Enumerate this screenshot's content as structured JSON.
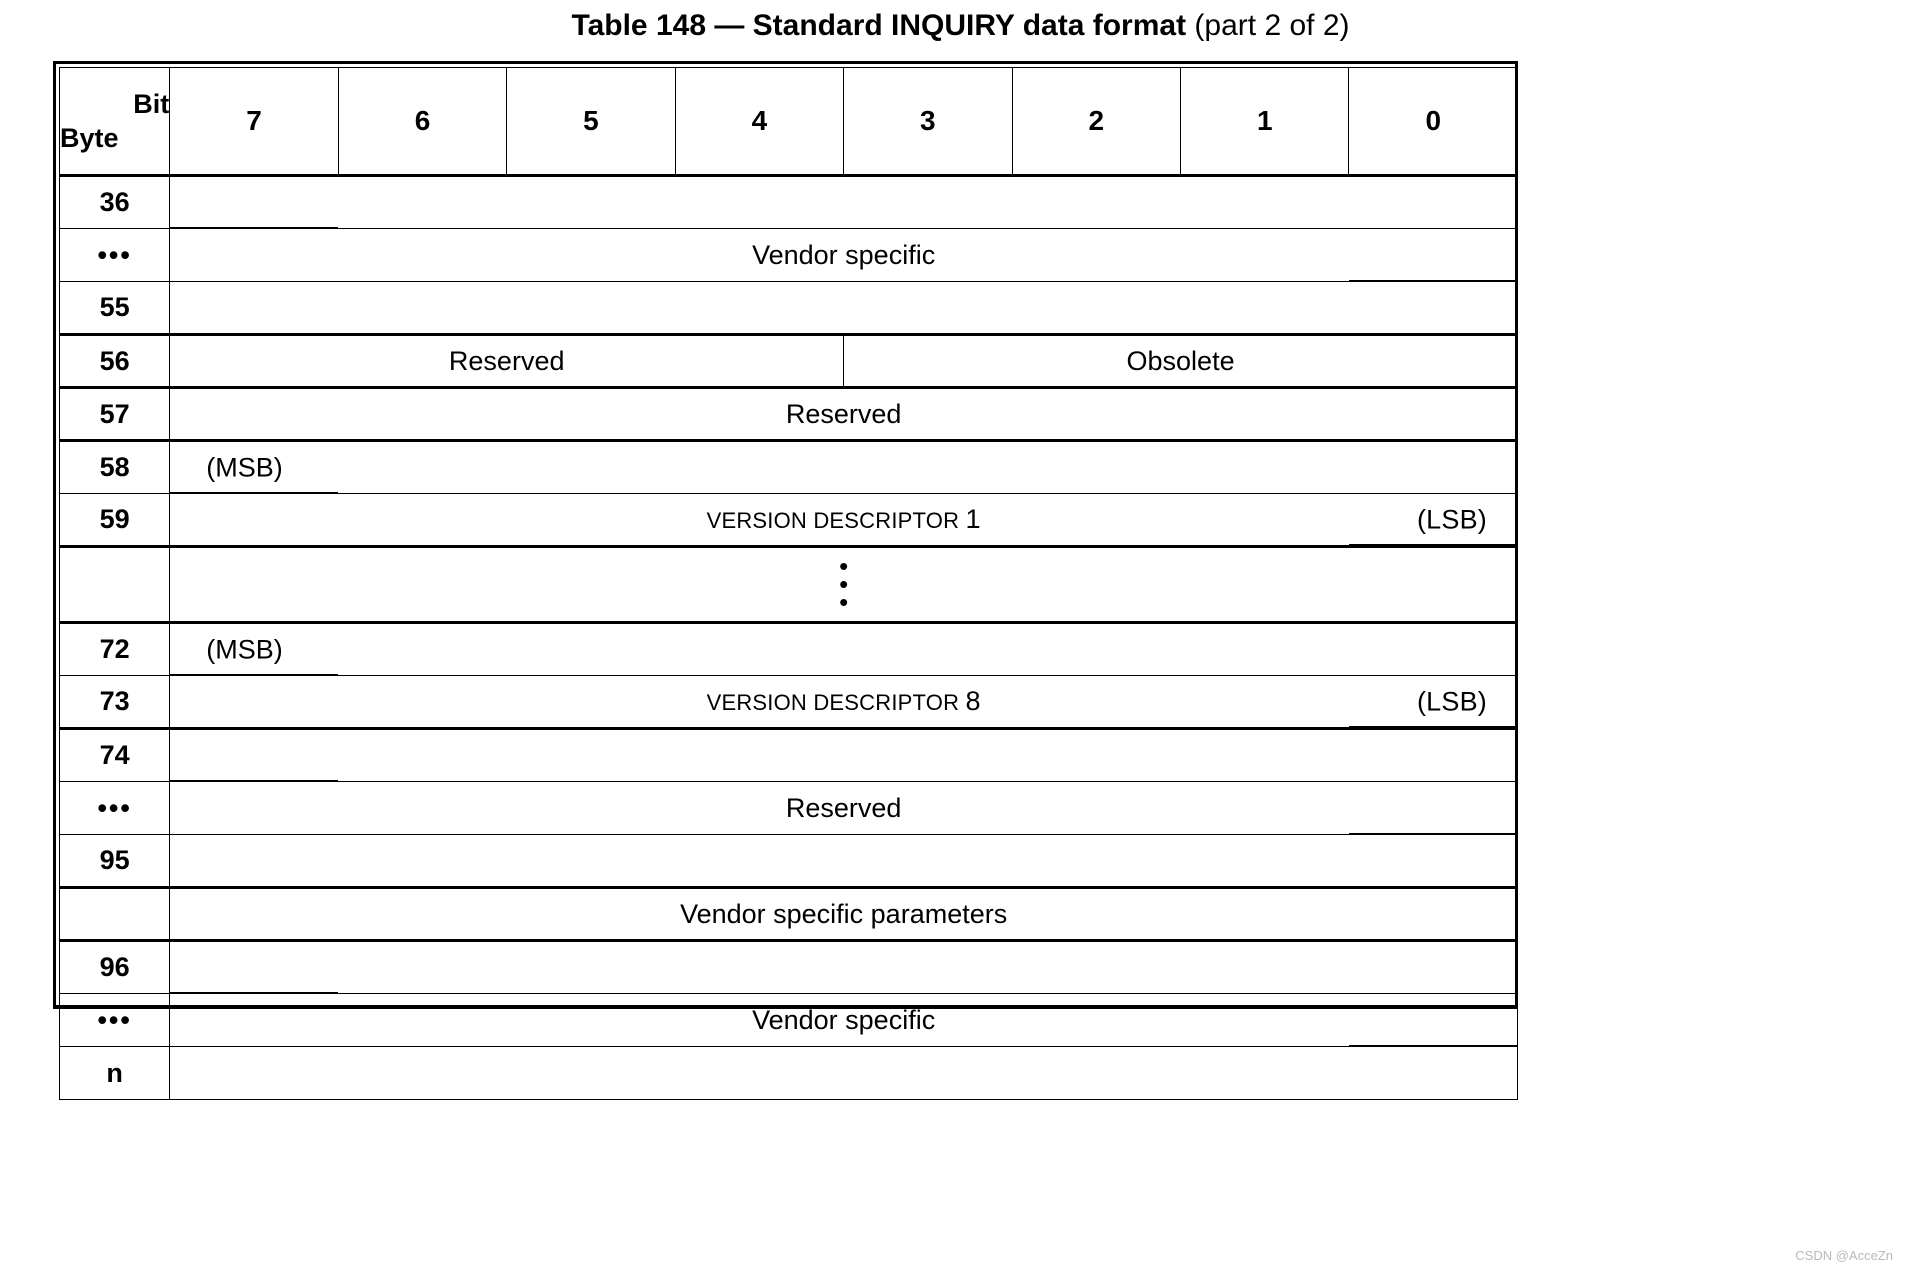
{
  "title": {
    "bold": "Table 148 — Standard INQUIRY data format",
    "regular": "(part 2 of 2)"
  },
  "header": {
    "corner_top": "Bit",
    "corner_bottom": "Byte",
    "bits": [
      "7",
      "6",
      "5",
      "4",
      "3",
      "2",
      "1",
      "0"
    ]
  },
  "rows": {
    "vendor_specific_1": {
      "byte_start": "36",
      "byte_ellipsis": "•••",
      "byte_end": "55",
      "label": "Vendor specific"
    },
    "byte56": {
      "byte": "56",
      "left_label": "Reserved",
      "right_label": "Obsolete"
    },
    "byte57": {
      "byte": "57",
      "label": "Reserved"
    },
    "vd1": {
      "byte_start": "58",
      "byte_end": "59",
      "msb": "(MSB)",
      "lsb": "(LSB)",
      "label_text": "VERSION DESCRIPTOR ",
      "label_num": "1"
    },
    "vertical_ellipsis": "⋮",
    "vd8": {
      "byte_start": "72",
      "byte_end": "73",
      "msb": "(MSB)",
      "lsb": "(LSB)",
      "label_text": "VERSION DESCRIPTOR ",
      "label_num": "8"
    },
    "reserved_block": {
      "byte_start": "74",
      "byte_ellipsis": "•••",
      "byte_end": "95",
      "label": "Reserved"
    },
    "vendor_params": {
      "byte": "",
      "label": "Vendor specific parameters"
    },
    "vendor_specific_2": {
      "byte_start": "96",
      "byte_ellipsis": "•••",
      "byte_end": "n",
      "label": "Vendor specific"
    }
  },
  "watermark": "CSDN @AcceZn"
}
